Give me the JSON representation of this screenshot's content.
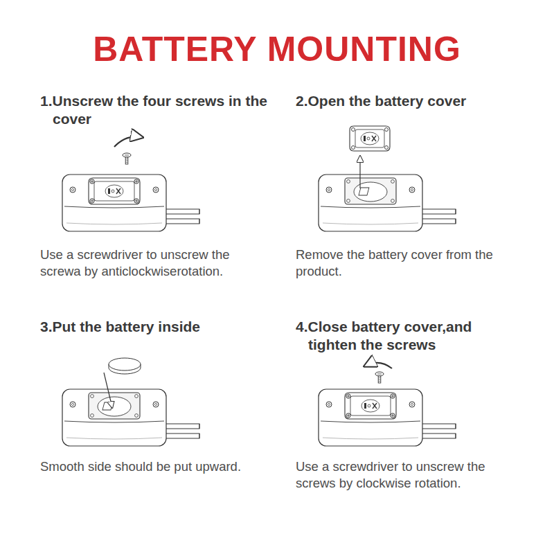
{
  "diagram": {
    "title": "BATTERY MOUNTING",
    "labels": [
      "1.Unscrew the four screws in the cover",
      "Use a screwdriver to unscrew the screwa by anticlockwiserotation.",
      "2.Open the battery cover",
      "Remove the battery cover from the product.",
      "3.Put the battery inside",
      "Smooth side should be put upward.",
      "4.Close battery cover,and tighten the screws",
      "Use a screwdriver to unscrew the screws by clockwise rotation."
    ]
  }
}
